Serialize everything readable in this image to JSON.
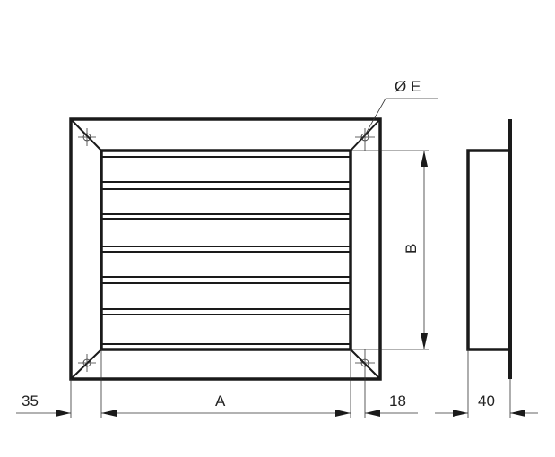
{
  "labels": {
    "hole_diameter": "Ø E",
    "width": "A",
    "height": "B",
    "left_margin": "35",
    "right_margin": "18",
    "depth": "40"
  },
  "louver_count": 6
}
